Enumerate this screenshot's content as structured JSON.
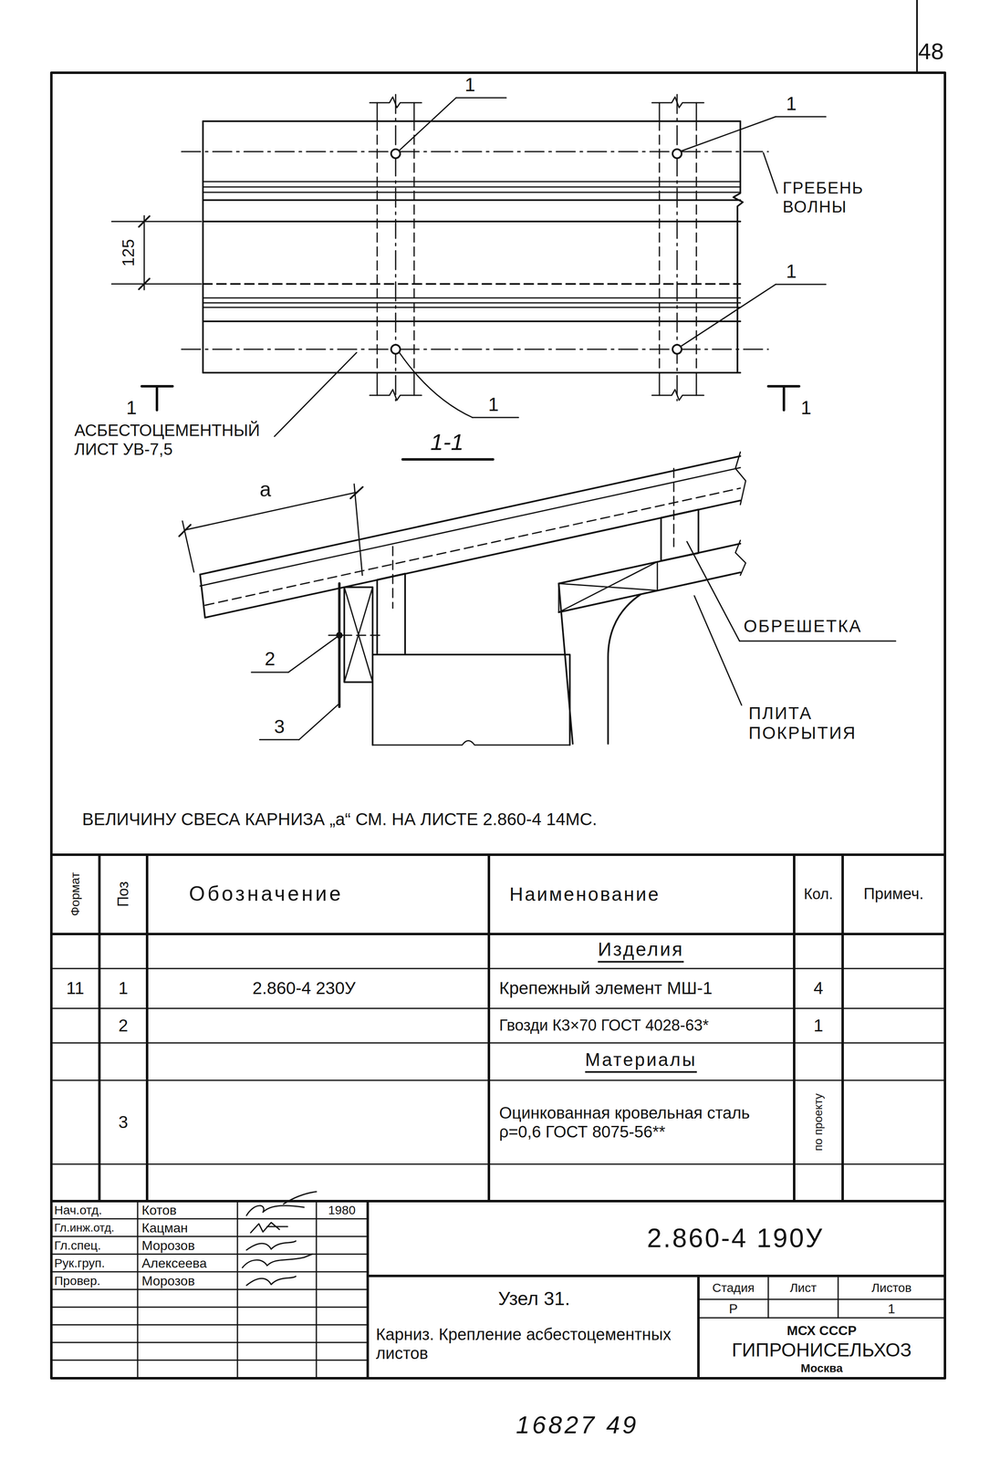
{
  "diagram": {
    "labels": [
      "48",
      "1",
      "1",
      "ГРЕБЕНЬ ВОЛНЫ",
      "125",
      "1",
      "1",
      "1",
      "1",
      "АСБЕСТОЦЕМЕНТНЫЙ ЛИСТ УВ-7,5",
      "1-1",
      "a",
      "ОБРЕШЕТКА",
      "2",
      "ПЛИТА ПОКРЫТИЯ",
      "3",
      "ВЕЛИЧИНУ СВЕСА КАРНИЗА „a“ СМ. НА ЛИСТЕ 2.860-4 14МС.",
      "Формат",
      "Поз",
      "Обозначение",
      "Наименование",
      "Кол.",
      "Примеч.",
      "Изделия",
      "11",
      "1",
      "2.860-4 230У",
      "Крепежный элемент МШ-1",
      "4",
      "2",
      "Гвозди К3×70 ГОСТ 4028-63*",
      "1",
      "Материалы",
      "3",
      "Оцинкованная кровельная сталь ρ=0,6 ГОСТ 8075-56**",
      "по проекту",
      "Нач.отд.",
      "Котов",
      "1980",
      "Гл.инж.отд.",
      "Кацман",
      "Гл.спец.",
      "Морозов",
      "Рук.груп.",
      "Алексеева",
      "Провер.",
      "Морозов",
      "2.860-4 190У",
      "Узел 31.",
      "Карниз. Крепление асбестоцементных листов",
      "Стадия",
      "Лист",
      "Листов",
      "Р",
      "1",
      "МСХ СССР",
      "ГИПРОНИСЕЛЬХОЗ",
      "Москва",
      "16827 49"
    ]
  }
}
